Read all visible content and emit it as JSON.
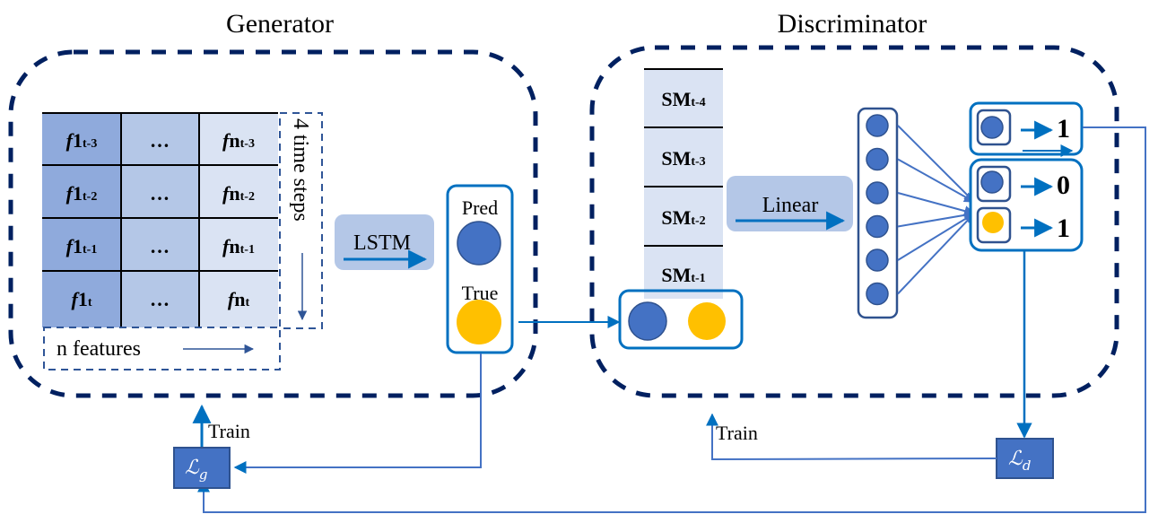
{
  "generator": {
    "title": "Generator",
    "grid": {
      "rows": [
        [
          "f1",
          "…",
          "fn"
        ],
        [
          "f1",
          "…",
          "fn"
        ],
        [
          "f1",
          "…",
          "fn"
        ],
        [
          "f1",
          "…",
          "fn"
        ]
      ],
      "row_subscripts": [
        "t-3",
        "t-2",
        "t-1",
        "t"
      ],
      "ellipsis": "…"
    },
    "time_steps_label": "4 time steps",
    "features_label": "n features",
    "lstm_label": "LSTM",
    "pred_label": "Pred",
    "true_label": "True",
    "train_label": "Train",
    "loss_label": "ℒ",
    "loss_sub": "g"
  },
  "discriminator": {
    "title": "Discriminator",
    "sm_label": "SM",
    "sm_subscripts": [
      "t-4",
      "t-3",
      "t-2",
      "t-1"
    ],
    "linear_label": "Linear",
    "hidden_nodes": 6,
    "outputs": [
      {
        "color": "pred",
        "target": "1"
      },
      {
        "color": "pred",
        "target": "0"
      },
      {
        "color": "true",
        "target": "1"
      }
    ],
    "train_label": "Train",
    "loss_label": "ℒ",
    "loss_sub": "d"
  },
  "colors": {
    "dashed_border": "#002060",
    "accent_blue": "#0070C0",
    "node_blue": "#4472C4",
    "node_stroke": "#2F528F",
    "gold": "#FFC000",
    "col1": "#8FAADC",
    "col2": "#B4C7E7",
    "col3": "#DAE3F3",
    "line_blue": "#4472C4"
  }
}
